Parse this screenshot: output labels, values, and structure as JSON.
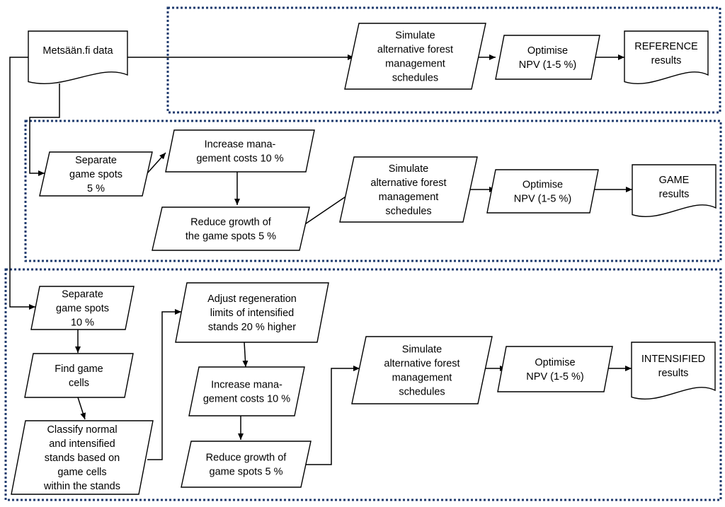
{
  "nodes": {
    "source": [
      "Metsään.fi data"
    ],
    "ref_sim": [
      "Simulate",
      "alternative forest",
      "management",
      "schedules"
    ],
    "ref_opt": [
      "Optimise",
      "NPV  (1-5 %)"
    ],
    "ref_res": [
      "REFERENCE",
      "results"
    ],
    "game_sep": [
      "Separate",
      "game spots",
      "5 %"
    ],
    "game_inc": [
      "Increase mana-",
      "gement costs 10 %"
    ],
    "game_red": [
      "Reduce growth of",
      "the game spots 5 %"
    ],
    "game_sim": [
      "Simulate",
      "alternative forest",
      "management",
      "schedules"
    ],
    "game_opt": [
      "Optimise",
      "NPV (1-5 %)"
    ],
    "game_res": [
      "GAME",
      "results"
    ],
    "int_sep": [
      "Separate",
      "game spots",
      "10 %"
    ],
    "int_find": [
      "Find game",
      "cells"
    ],
    "int_class": [
      "Classify normal",
      "and intensified",
      "stands based on",
      "game cells",
      "within the stands"
    ],
    "int_adj": [
      "Adjust regeneration",
      "limits of intensified",
      "stands 20 % higher"
    ],
    "int_inc": [
      "Increase mana-",
      "gement costs  10 %"
    ],
    "int_red": [
      "Reduce growth of",
      "game spots 5 %"
    ],
    "int_sim": [
      "Simulate",
      "alternative forest",
      "management",
      "schedules"
    ],
    "int_opt": [
      "Optimise",
      "NPV  (1-5 %)"
    ],
    "int_res": [
      "INTENSIFIED",
      "results"
    ]
  }
}
